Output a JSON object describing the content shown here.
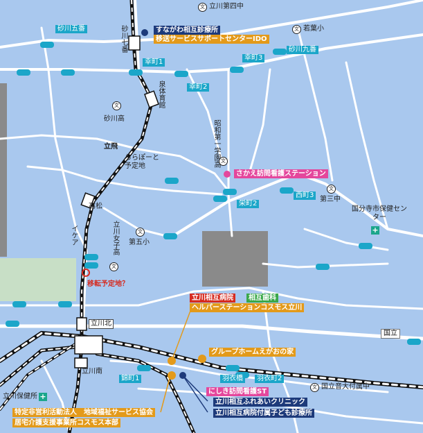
{
  "stations": {
    "sunagawa_nanaban": "砂川七番",
    "izumi_taiikukan": "泉体育館",
    "takamatsu": "高松",
    "tachikawa_kita": "立川北",
    "tachikawa_minami": "立川南",
    "ikea": "イケア",
    "tachihi": "立飛"
  },
  "places": {
    "lalaport": "ららぽーと予定地",
    "sunagawa_high": "砂川高",
    "tachikawa_joshi_high": "立川女子高",
    "daigo_sho": "第五小",
    "daisan_chu": "第三中",
    "showa_daiichi": "昭和第一学園高",
    "tachikawa_daiyon_chu": "立川第四中",
    "wakaba_sho": "若葉小",
    "kokubunji_hoken": "国分寺市保健センター",
    "tachikawa_hoken": "立川保健所",
    "kokuritsu_fuzoku": "国立音大付属中",
    "iten_yoteichi": "移転予定地？"
  },
  "bus_stops": {
    "sunagawa_goban": "砂川五番",
    "sunagawa_kyuban": "砂川九番",
    "saiwaicho1": "幸町1",
    "saiwaicho2": "幸町2",
    "saiwaicho3": "幸町3",
    "sakaecho2": "栄町2",
    "nishimachi3": "西町3",
    "nishikicho1": "錦町1",
    "hagoromobashi": "羽衣橋",
    "hagoromocho2": "羽衣町2"
  },
  "road": {
    "kunitachi": "国立"
  },
  "facilities": {
    "sunagawa_clinic": "すながわ相互診療所",
    "ido": "移送サービスサポートセンターIDO",
    "sakae_nursing": "さかえ訪問看護ステーション",
    "sogo_hospital": "立川相互病院",
    "sogo_dental": "相互歯科",
    "helper_cosmos": "ヘルパーステーションコスモス立川",
    "group_home": "グループホームえがおの家",
    "nishiki_nursing": "にしき訪問看護ST",
    "fureai_clinic": "立川相互ふれあいクリニック",
    "kodomo_clinic": "立川相互病院付属子ども診療所",
    "npo_line1": "特定非営利活動法人　地域福祉サービス協会",
    "npo_line2": "居宅介護支援事業所コスモス本部"
  },
  "colors": {
    "water": "#a9c8ee",
    "road": "#ffffff",
    "monorail": "#111111",
    "navy": "#1d3a7a",
    "orange": "#e39a1a",
    "pink": "#e4479c",
    "red": "#d62b20",
    "bus": "#1ba6c9",
    "park": "#c8dfc6",
    "building": "#8a8a8a"
  }
}
